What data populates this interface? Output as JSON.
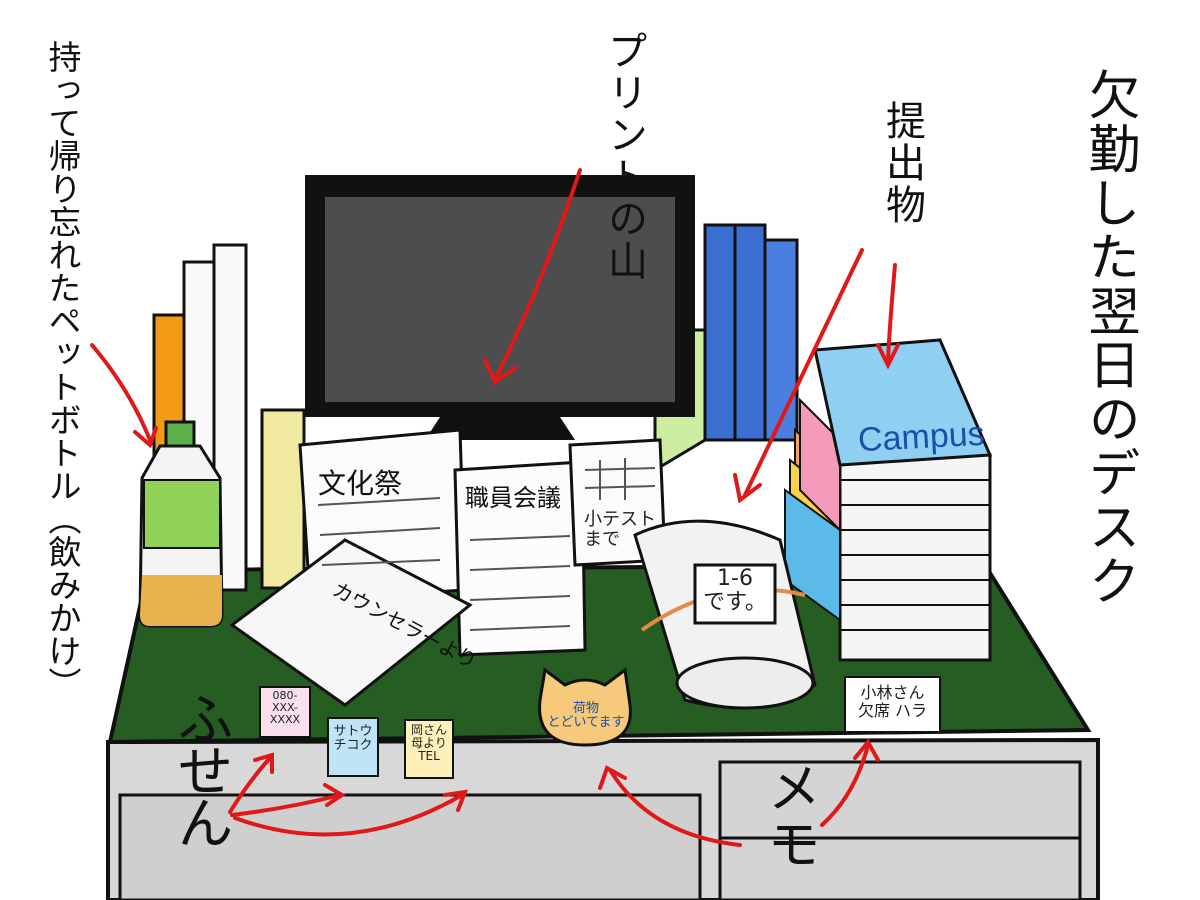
{
  "title": "欠勤した翌日のデスク",
  "labels": {
    "bottle": "持って帰り忘れたペットボトル（飲みかけ）",
    "prints": "プリントの山",
    "submissions": "提出物",
    "sticky_notes": "ふせん",
    "memo": "メモ"
  },
  "papers": {
    "culture_festival": "文化祭",
    "staff_meeting": "職員会議",
    "quiz": "小テスト\nまで",
    "counselor": "カウンセラーより"
  },
  "notebook_brand": "Campus",
  "bundle_tag": "1-6\nです。",
  "stickies": [
    {
      "text": "080-\nXXX-\nXXXX",
      "color": "#f9e0ec"
    },
    {
      "text": "サトウ\nチコク",
      "color": "#bfe3f7"
    },
    {
      "text": "岡さん\n母より\nTEL",
      "color": "#fbf1b9"
    }
  ],
  "cat_memo": "荷物\nとどいてます",
  "memo_card": "小林さん\n欠席 ハラ",
  "colors": {
    "arrow": "#e01818",
    "desk_top": "#265d23",
    "desk_body": "#d8d8d8",
    "monitor_screen": "#4d4d4d",
    "orange_binder": "#f39a14",
    "blue_binders": "#3b6fd1",
    "bottle_green": "#8fd256",
    "bottle_tea": "#e8b24f"
  }
}
